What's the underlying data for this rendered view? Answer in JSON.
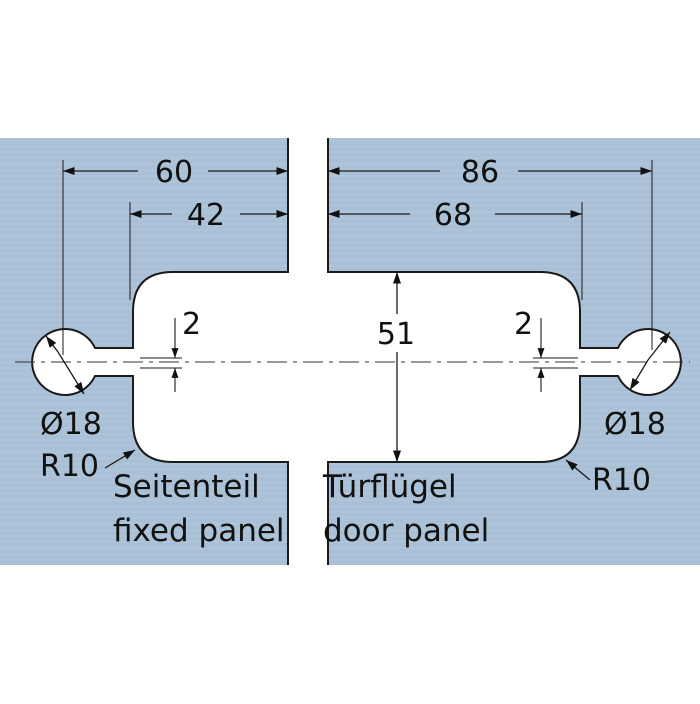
{
  "colors": {
    "glass": "#a9c0d6",
    "glass_streak": "#b9cde0",
    "outline": "#1a1a1a",
    "background": "#ffffff"
  },
  "dimensions": {
    "fixed_width_outer": "60",
    "fixed_width_inner": "42",
    "door_width_outer": "86",
    "door_width_inner": "68",
    "cutout_height": "51",
    "slot_fixed": "2",
    "slot_door": "2",
    "hole_fixed": "Ø18",
    "hole_door": "Ø18",
    "radius_fixed": "R10",
    "radius_door": "R10"
  },
  "panels": {
    "fixed": {
      "label_de": "Seitenteil",
      "label_en": "fixed panel"
    },
    "door": {
      "label_de": "Türflügel",
      "label_en": "door panel"
    }
  }
}
